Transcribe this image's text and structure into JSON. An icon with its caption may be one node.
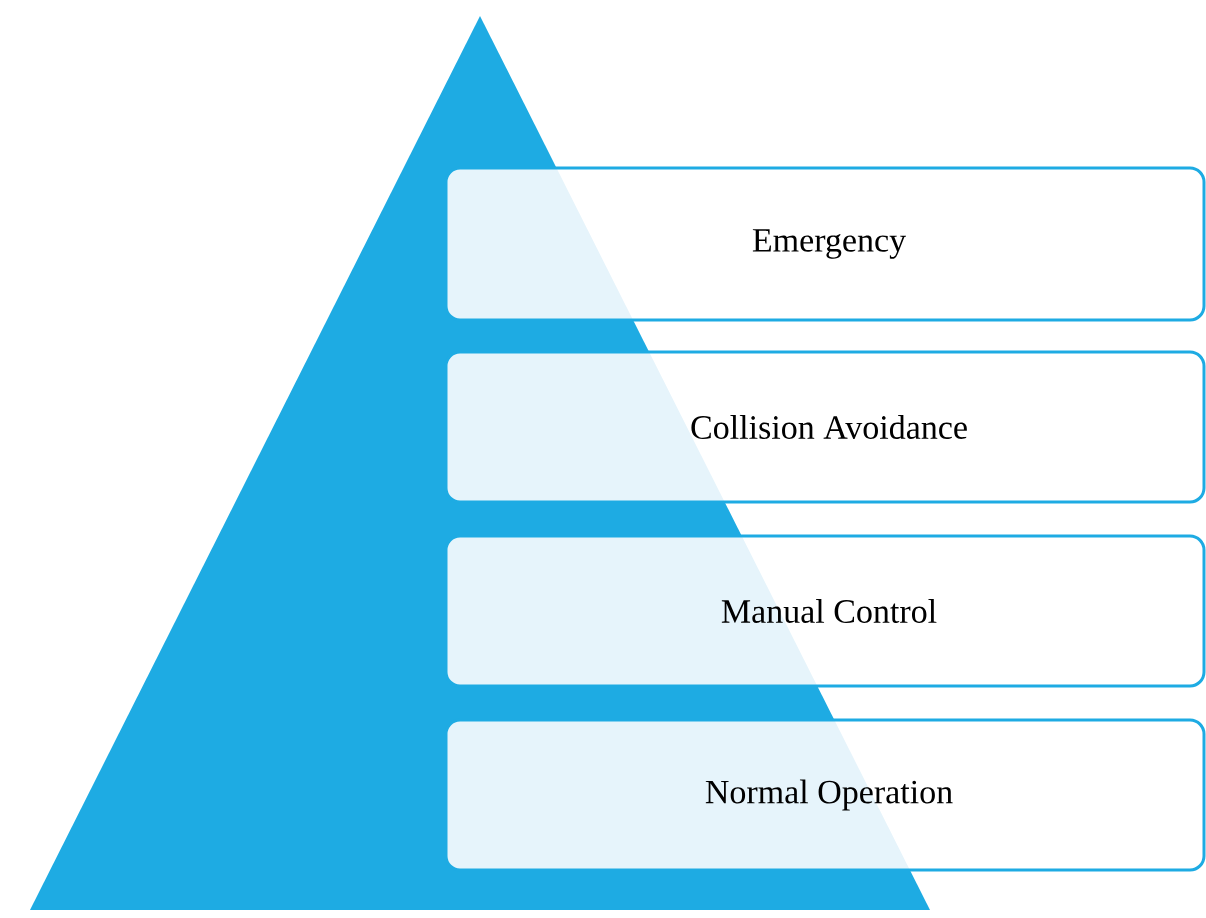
{
  "diagram": {
    "nodes": [
      {
        "text": [
          "Emergency"
        ]
      },
      {
        "text": [
          "Collision Avoidance"
        ]
      },
      {
        "text": [
          "Manual Control"
        ]
      },
      {
        "text": [
          "Normal Operation"
        ]
      }
    ]
  }
}
